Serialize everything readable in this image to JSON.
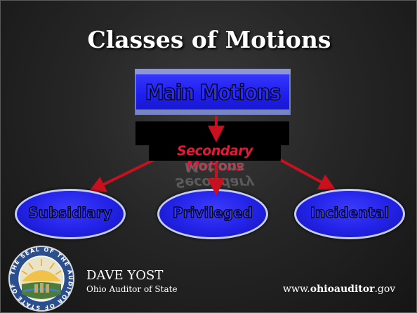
{
  "title": "Classes of Motions",
  "diagram": {
    "root": "Main Motions",
    "secondary": "Secondary Motions",
    "children": [
      "Subsidiary",
      "Privileged",
      "Incidental"
    ]
  },
  "footer": {
    "name": "DAVE YOST",
    "role": "Ohio Auditor of State",
    "url_prefix": "www.",
    "url_bold": "ohioauditor",
    "url_suffix": ".gov"
  },
  "seal": {
    "text": "THE SEAL OF THE AUDITOR OF STATE OF OHIO"
  },
  "colors": {
    "arrow": "#c8101e",
    "box": "#2323f0",
    "secondary_text": "#e8163a"
  }
}
